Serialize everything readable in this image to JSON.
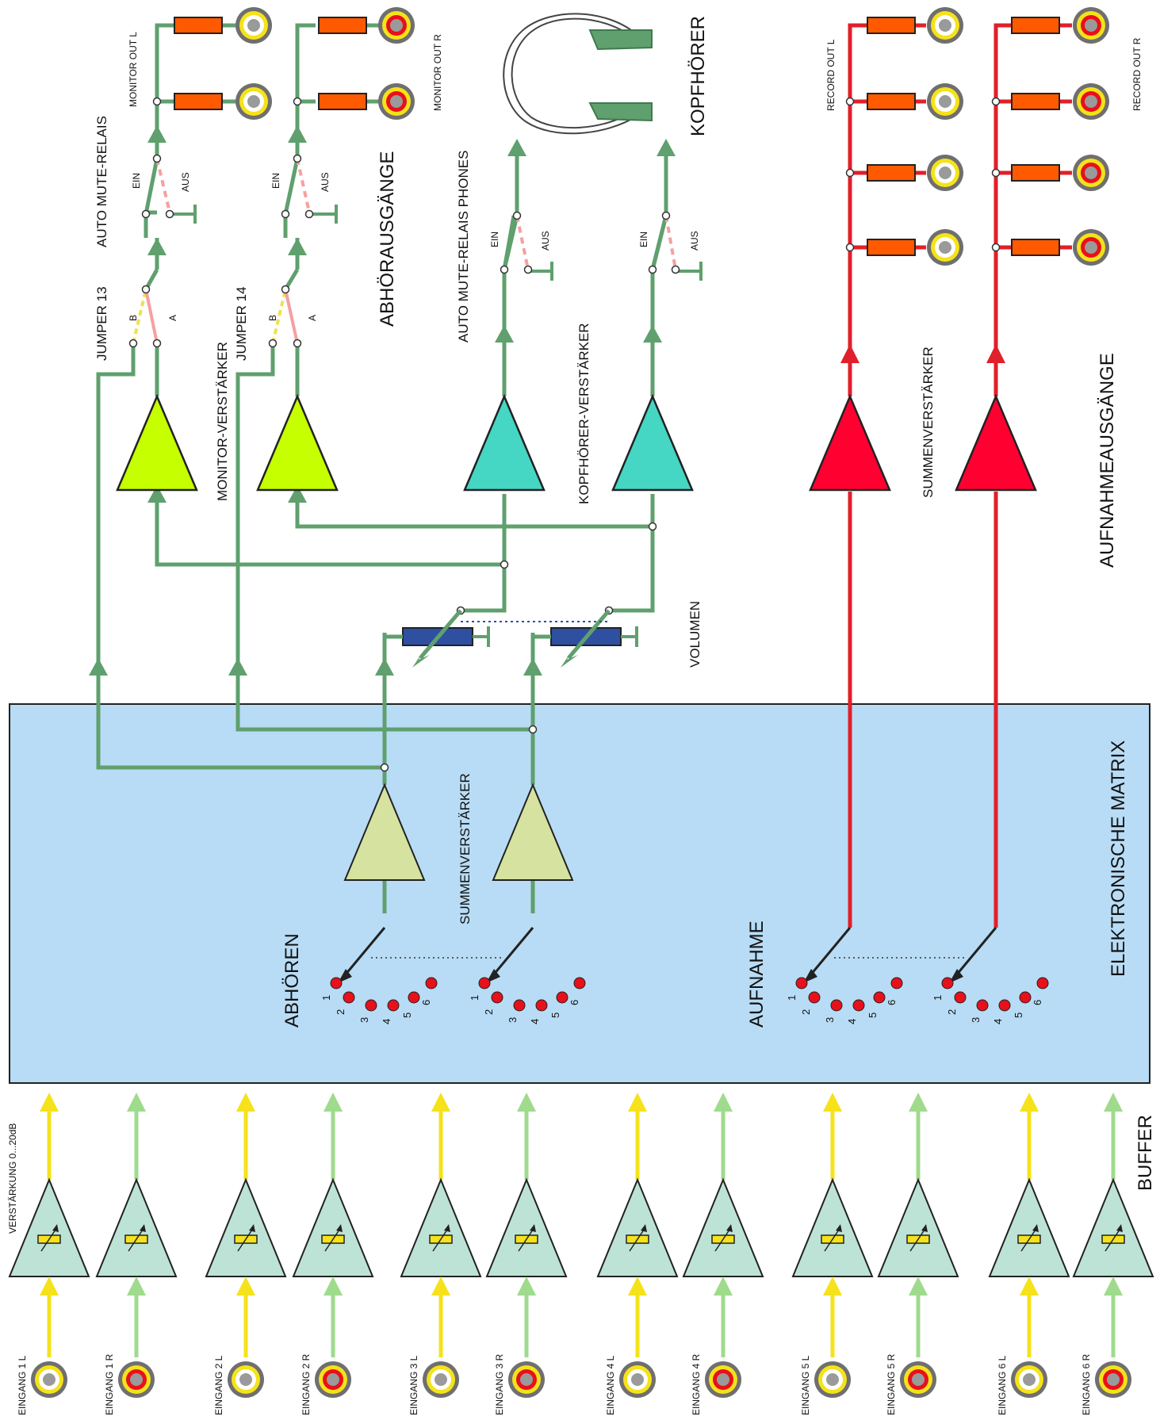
{
  "colors": {
    "monitor_path": "#5fa06e",
    "record_path": "#e0202a",
    "left_input": "#f5e21a",
    "right_input": "#9fdb8c",
    "matrix_bg": "#b8dcf5",
    "monitor_amp": "#c6ff00",
    "phones_amp": "#45d6c4",
    "sum_amp_record": "#ff0030",
    "sum_amp_matrix": "#d6e29f",
    "buffer_amp": "#bde3d6",
    "resistor": "#ff5a00",
    "pot": "#2f4fa0",
    "selector_dot": "#e8101a"
  },
  "labels": {
    "monitor_out_l": "MONITOR OUT  L",
    "monitor_out_r": "MONITOR OUT R",
    "record_out_l": "RECORD OUT  L",
    "record_out_r": "RECORD OUT R",
    "kopfhoerer": "KOPFHÖRER",
    "auto_mute": "AUTO MUTE-RELAIS",
    "auto_mute_phones": "AUTO MUTE-RELAIS PHONES",
    "abhoerausgaenge": "ABHÖRAUSGÄNGE",
    "jumper13": "JUMPER 13",
    "jumper14": "JUMPER 14",
    "monitor_verstaerker": "MONITOR-VERSTÄRKER",
    "kopfhoerer_verstaerker": "KOPFHÖRER-VERSTÄRKER",
    "summenverstaerker_record": "SUMMENVERSTÄRKER",
    "summenverstaerker_matrix": "SUMMENVERSTÄRKER",
    "aufnahmeausgaenge": "AUFNAHMEAUSGÄNGE",
    "volumen": "VOLUMEN",
    "elektronische_matrix": "ELEKTRONISCHE  MATRIX",
    "abhoeren": "ABHÖREN",
    "aufnahme": "AUFNAHME",
    "buffer": "BUFFER",
    "verstaerkung": "VERSTÄRKUNG 0...20dB",
    "ein": "EIN",
    "aus": "AUS",
    "a": "A",
    "b": "B"
  },
  "selector_numbers": [
    "1",
    "2",
    "3",
    "4",
    "5",
    "6"
  ],
  "inputs": [
    {
      "label": "EINGANG 1  L",
      "side": "L"
    },
    {
      "label": "EINGANG 1 R",
      "side": "R"
    },
    {
      "label": "EINGANG 2  L",
      "side": "L"
    },
    {
      "label": "EINGANG 2 R",
      "side": "R"
    },
    {
      "label": "EINGANG 3  L",
      "side": "L"
    },
    {
      "label": "EINGANG 3 R",
      "side": "R"
    },
    {
      "label": "EINGANG 4  L",
      "side": "L"
    },
    {
      "label": "EINGANG 4 R",
      "side": "R"
    },
    {
      "label": "EINGANG 5  L",
      "side": "L"
    },
    {
      "label": "EINGANG 5 R",
      "side": "R"
    },
    {
      "label": "EINGANG 6  L",
      "side": "L"
    },
    {
      "label": "EINGANG 6 R",
      "side": "R"
    }
  ]
}
